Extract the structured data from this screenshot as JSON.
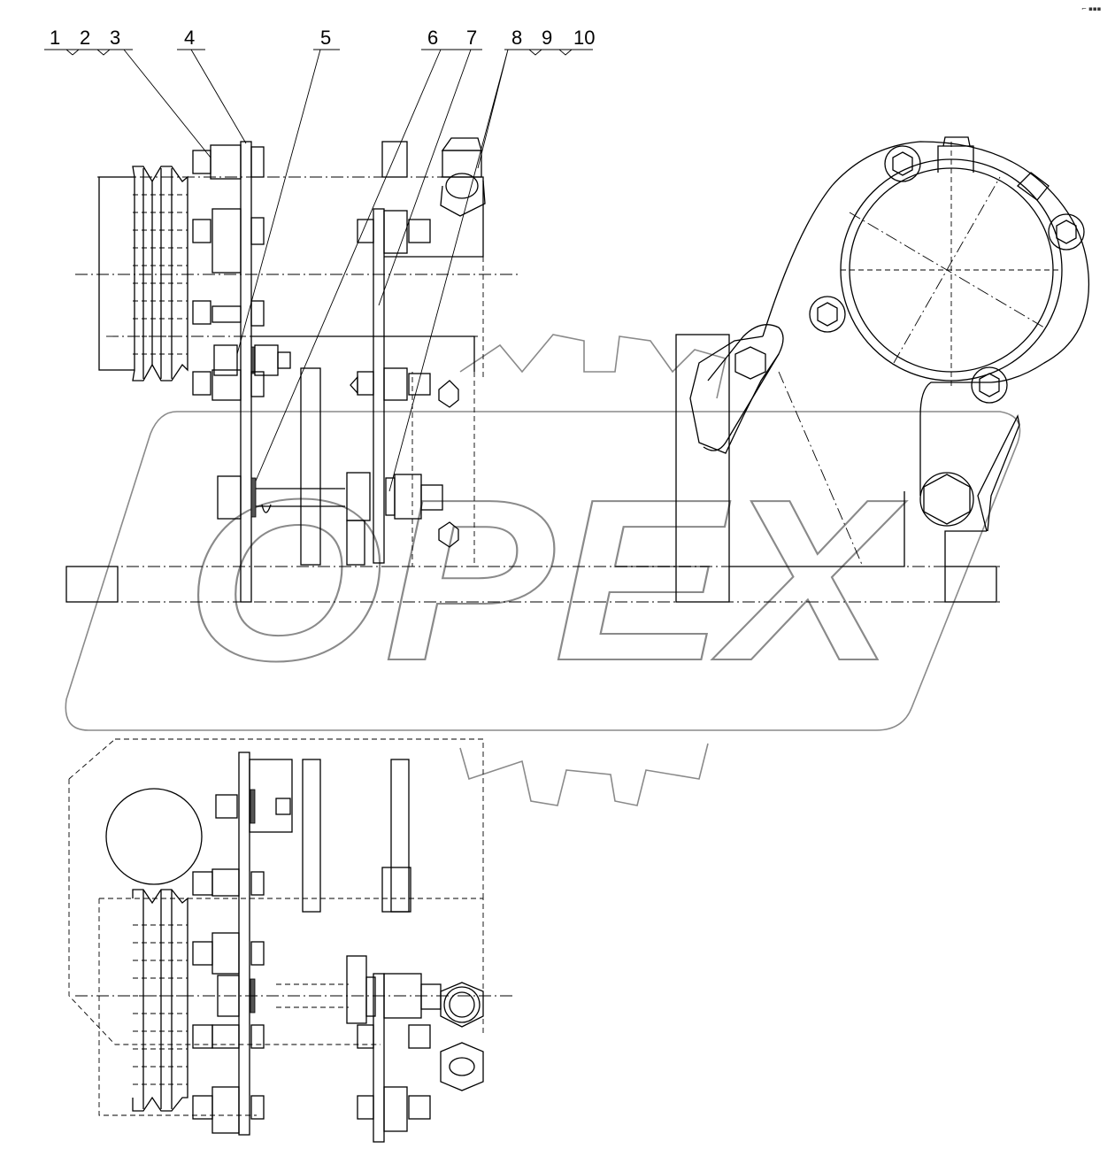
{
  "callouts": [
    "1",
    "2",
    "3",
    "4",
    "5",
    "6",
    "7",
    "8",
    "9",
    "10"
  ],
  "watermark": "OPEX",
  "corner_mark": "⌐ ▪▪▪"
}
